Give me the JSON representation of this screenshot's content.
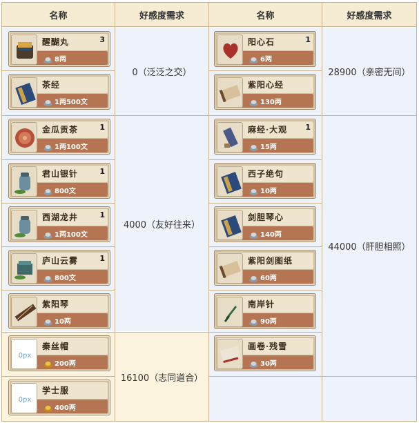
{
  "headers": {
    "name": "名称",
    "favor": "好感度需求"
  },
  "left": {
    "tiers": [
      {
        "label": "0（泛泛之交）"
      },
      {
        "label": "4000（友好往来）"
      },
      {
        "label": "16100（志同道合）"
      }
    ],
    "items": [
      {
        "name": "醒醐丸",
        "count": "3",
        "price": "8两",
        "icon": "medicine-pot-icon",
        "currency": "silver"
      },
      {
        "name": "茶经",
        "count": "",
        "price": "1两500文",
        "icon": "book-icon",
        "currency": "silver"
      },
      {
        "name": "金瓜贡茶",
        "count": "1",
        "price": "1两100文",
        "icon": "tea-cake-icon",
        "currency": "silver"
      },
      {
        "name": "君山银针",
        "count": "1",
        "price": "800文",
        "icon": "tea-jar-icon",
        "currency": "silver"
      },
      {
        "name": "西湖龙井",
        "count": "1",
        "price": "1两100文",
        "icon": "tea-jar-icon",
        "currency": "silver"
      },
      {
        "name": "庐山云雾",
        "count": "1",
        "price": "800文",
        "icon": "tea-box-icon",
        "currency": "silver"
      },
      {
        "name": "紫阳琴",
        "count": "",
        "price": "10两",
        "icon": "guqin-icon",
        "currency": "silver"
      },
      {
        "name": "秦丝帽",
        "count": "",
        "price": "200两",
        "icon": "missing-image-icon",
        "currency": "gold"
      },
      {
        "name": "学士服",
        "count": "",
        "price": "400两",
        "icon": "missing-image-icon",
        "currency": "gold"
      }
    ]
  },
  "right": {
    "tiers": [
      {
        "label": "28900（亲密无间）"
      },
      {
        "label": "44000（肝胆相照）"
      }
    ],
    "items": [
      {
        "name": "阳心石",
        "count": "1",
        "price": "6两",
        "icon": "heart-stone-icon",
        "currency": "silver"
      },
      {
        "name": "紫阳心经",
        "count": "",
        "price": "130两",
        "icon": "scroll-icon",
        "currency": "silver"
      },
      {
        "name": "麻经·大观",
        "count": "1",
        "price": "15两",
        "icon": "armor-icon",
        "currency": "silver"
      },
      {
        "name": "西子绝句",
        "count": "",
        "price": "10两",
        "icon": "book-icon",
        "currency": "silver"
      },
      {
        "name": "剑胆琴心",
        "count": "",
        "price": "140两",
        "icon": "book-icon",
        "currency": "silver"
      },
      {
        "name": "紫阳剑图纸",
        "count": "",
        "price": "60两",
        "icon": "scroll-icon",
        "currency": "silver"
      },
      {
        "name": "南岸针",
        "count": "",
        "price": "90两",
        "icon": "needle-icon",
        "currency": "silver"
      },
      {
        "name": "画卷·残雪",
        "count": "",
        "price": "30两",
        "icon": "painting-icon",
        "currency": "silver"
      }
    ]
  },
  "colors": {
    "header_bg": "#f6ecd4",
    "blue_bg": "#eef3fb",
    "cream_bg": "#fbf3de",
    "border": "#c9b48f",
    "price_bar": "#b67552"
  }
}
